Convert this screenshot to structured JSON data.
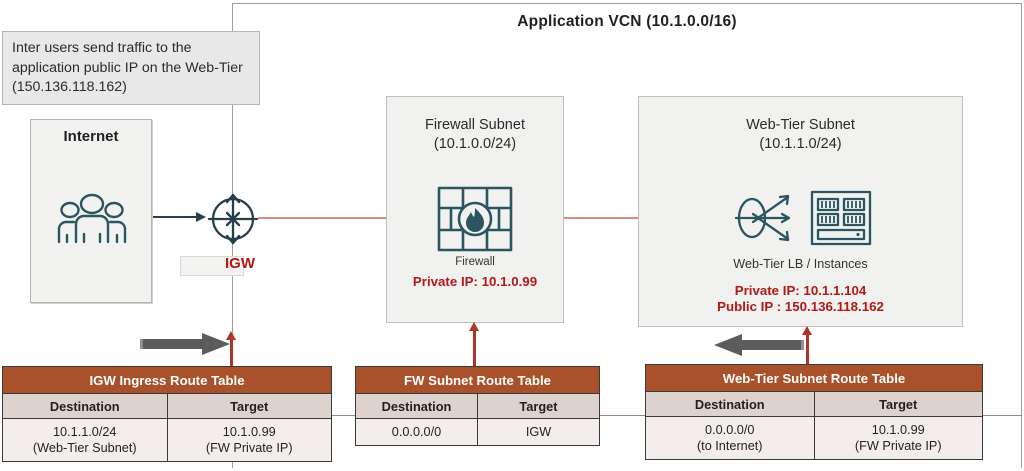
{
  "vcn": {
    "title": "Application VCN  (10.1.0.0/16)"
  },
  "callout": {
    "text": "Inter users send traffic to the application public IP on the Web-Tier (150.136.118.162)"
  },
  "internet": {
    "label": "Internet",
    "icon": "users-group-icon"
  },
  "igw": {
    "label": "IGW",
    "icon": "internet-gateway-icon"
  },
  "firewall_subnet": {
    "title": "Firewall Subnet",
    "cidr": "(10.1.0.0/24)",
    "icon": "firewall-icon",
    "icon_caption": "Firewall",
    "private_ip": "Private IP: 10.1.0.99"
  },
  "web_subnet": {
    "title": "Web-Tier Subnet",
    "cidr": "(10.1.1.0/24)",
    "lb_icon": "load-balancer-icon",
    "server_icon": "server-rack-icon",
    "caption": "Web-Tier LB / Instances",
    "private_ip": "Private IP: 10.1.1.104",
    "public_ip": "Public IP : 150.136.118.162"
  },
  "route_tables": [
    {
      "id": "igw-ingress",
      "title": "IGW Ingress Route Table",
      "headers": [
        "Destination",
        "Target"
      ],
      "rows": [
        {
          "destination": "10.1.1.0/24",
          "destination_note": "(Web-Tier Subnet)",
          "target": "10.1.0.99",
          "target_note": "(FW Private IP)"
        }
      ]
    },
    {
      "id": "fw-subnet",
      "title": "FW Subnet Route Table",
      "headers": [
        "Destination",
        "Target"
      ],
      "rows": [
        {
          "destination": "0.0.0.0/0",
          "destination_note": "",
          "target": "IGW",
          "target_note": ""
        }
      ]
    },
    {
      "id": "web-tier-subnet",
      "title": "Web-Tier Subnet  Route Table",
      "headers": [
        "Destination",
        "Target"
      ],
      "rows": [
        {
          "destination": "0.0.0.0/0",
          "destination_note": "(to Internet)",
          "target": "10.1.0.99",
          "target_note": "(FW Private IP)"
        }
      ]
    }
  ],
  "colors": {
    "table_header": "#a8512a",
    "table_subheader": "#ded2ce",
    "table_cell": "#f3eeec",
    "accent_red": "#b01a17",
    "icon_teal": "#2b5560",
    "flow_red": "#d98b82",
    "arrow_gray": "#5c5c5c"
  }
}
